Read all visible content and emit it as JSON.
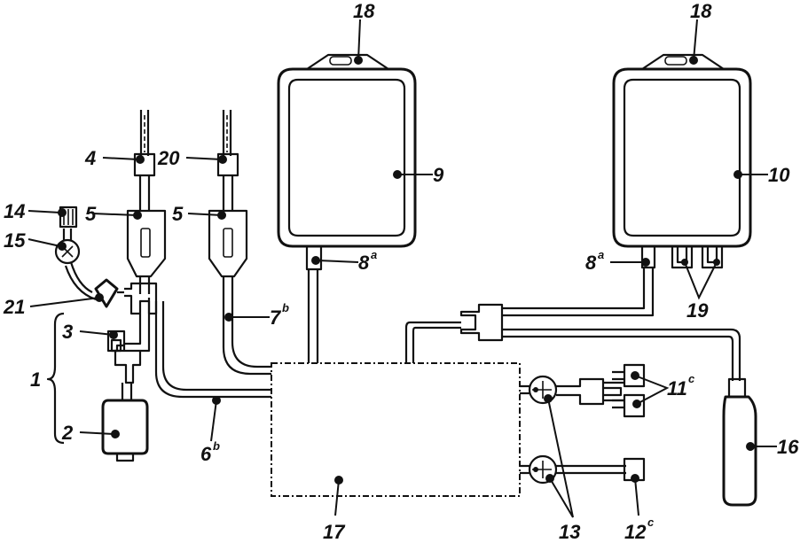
{
  "labels": {
    "l1": "1",
    "l2": "2",
    "l3": "3",
    "l4": "4",
    "l5a": "5",
    "l5b": "5",
    "l6": "6",
    "l6_sup": "b",
    "l7": "7",
    "l7_sup": "b",
    "l8a": "8",
    "l8a_sup": "a",
    "l8b": "8",
    "l8b_sup": "a",
    "l9": "9",
    "l10": "10",
    "l11": "11",
    "l11_sup": "c",
    "l12": "12",
    "l12_sup": "c",
    "l13": "13",
    "l14": "14",
    "l15": "15",
    "l16": "16",
    "l17": "17",
    "l18a": "18",
    "l18b": "18",
    "l19": "19",
    "l20": "20",
    "l21": "21"
  }
}
